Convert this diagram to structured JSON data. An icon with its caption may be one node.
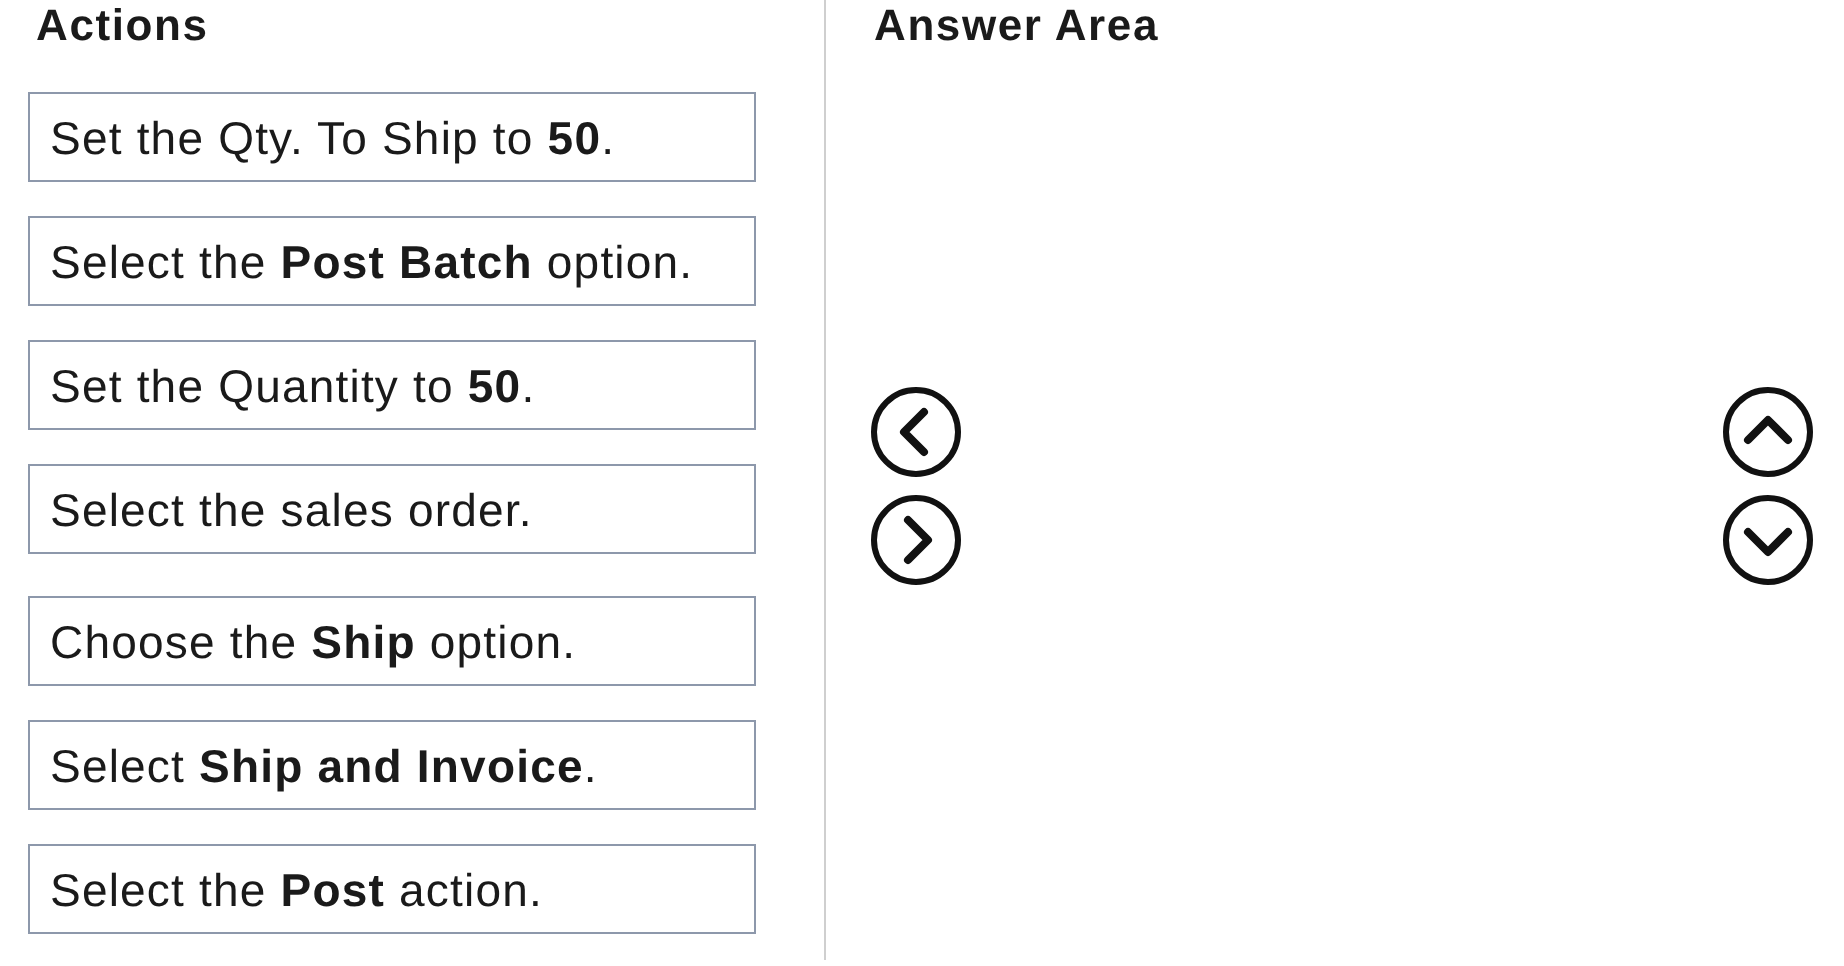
{
  "diagram": {
    "nodes": [
      {
        "text": [
          "Set the Qty. To Ship to **50**."
        ]
      },
      {
        "text": [
          "Select the **Post Batch** option."
        ]
      },
      {
        "text": [
          "Set the Quantity to **50**."
        ]
      },
      {
        "text": [
          "Select the sales order."
        ]
      },
      {
        "text": [
          "Choose the **Ship** option."
        ]
      },
      {
        "text": [
          "Select **Ship and Invoice**."
        ]
      },
      {
        "text": [
          "Select the **Post** action."
        ]
      }
    ],
    "labels": [
      "Actions",
      "Answer Area"
    ]
  }
}
